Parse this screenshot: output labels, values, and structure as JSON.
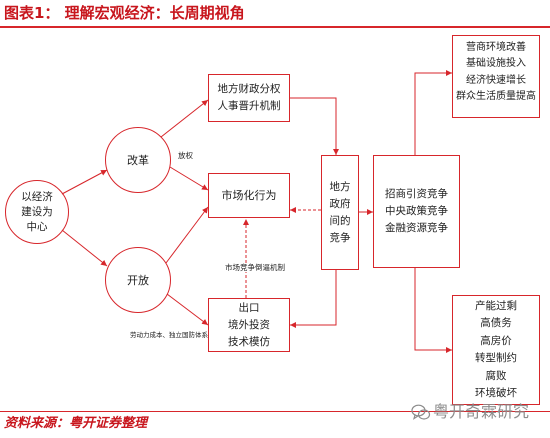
{
  "title": "图表1： 理解宏观经济：长周期视角",
  "nodes": {
    "center": {
      "lines": [
        "以经济",
        "建设为",
        "中心"
      ]
    },
    "reform": {
      "label": "改革"
    },
    "opening": {
      "label": "开放"
    },
    "fiscal": {
      "lines": [
        "地方财政分权",
        "人事晋升机制"
      ]
    },
    "market": {
      "label": "市场化行为"
    },
    "export": {
      "lines": [
        "出口",
        "境外投资",
        "技术模仿"
      ]
    },
    "local_competition": {
      "lines": [
        "地方",
        "政府",
        "间的",
        "竞争"
      ]
    },
    "competition_types": {
      "lines": [
        "招商引资竞争",
        "中央政策竞争",
        "金融资源竞争"
      ]
    },
    "positive_outcomes": {
      "lines": [
        "营商环境改善",
        "基础设施投入",
        "经济快速增长",
        "群众生活质量提高"
      ]
    },
    "negative_outcomes": {
      "lines": [
        "产能过剩",
        "高债务",
        "高房价",
        "转型制约",
        "腐败",
        "环境破坏"
      ]
    }
  },
  "edge_labels": {
    "decentralization": "放权",
    "market_pressure": "市场竞争倒逼机制",
    "cost_defense": "劳动力成本、独立国防体系"
  },
  "source": "资料来源：粤开证券整理",
  "watermark": {
    "text": "粤开奇霖研究",
    "icon": "wechat-icon"
  },
  "colors": {
    "accent": "#c8161d",
    "line": "#d7262b",
    "text": "#222222",
    "watermark": "#8c8c8c"
  }
}
